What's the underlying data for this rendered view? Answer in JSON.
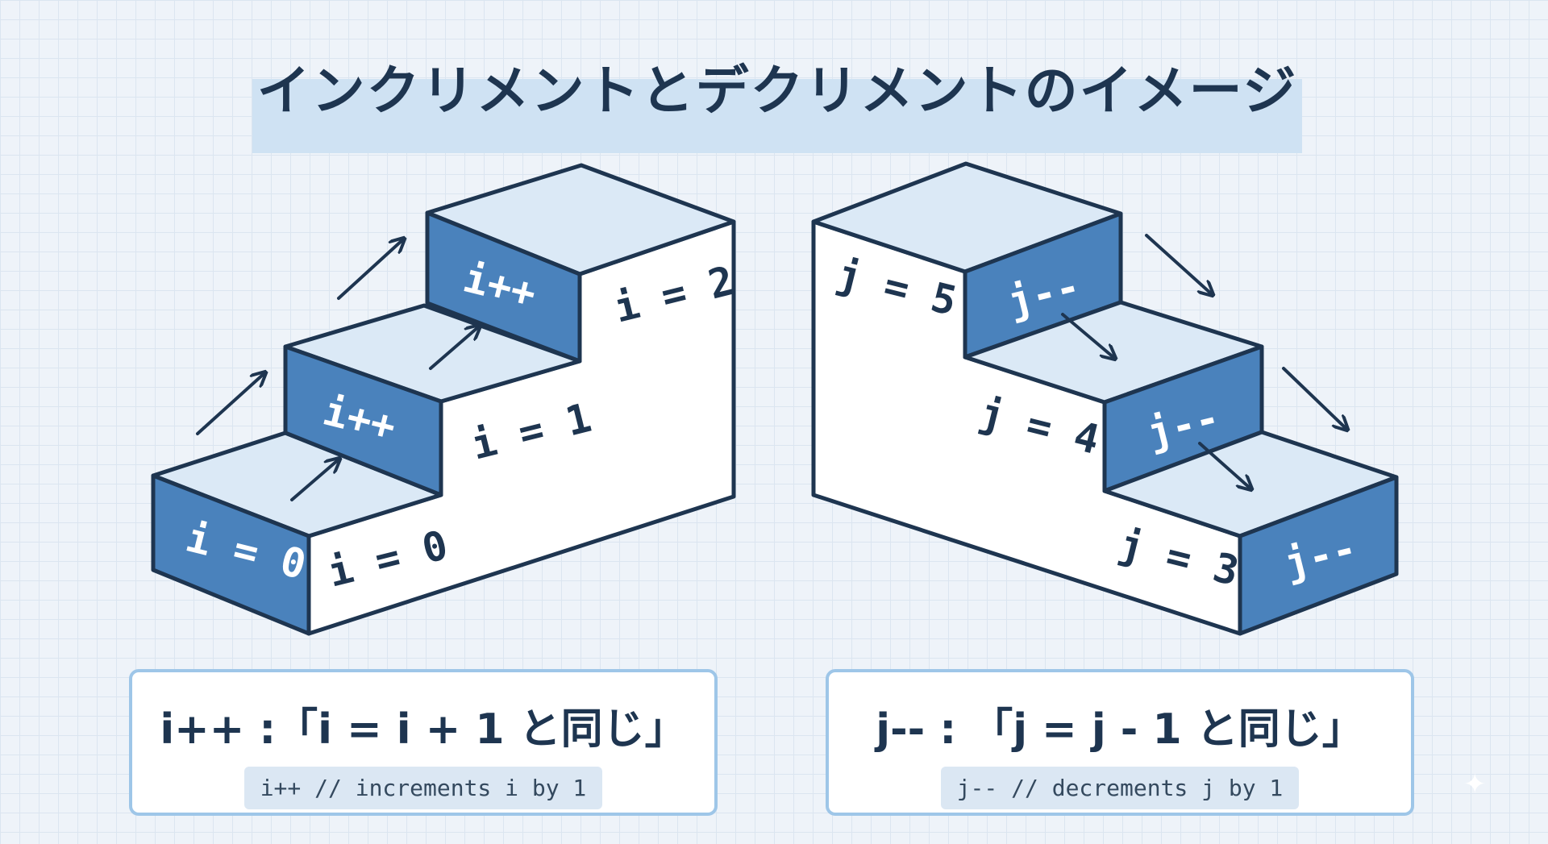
{
  "title": "インクリメントとデクリメントのイメージ",
  "colors": {
    "background": "#eef3f9",
    "grid": "#dbe5f0",
    "title_band": "#cfe2f3",
    "stair_top": "#dbe9f6",
    "stair_riser": "#4a82bc",
    "outline": "#1e3550",
    "box_border": "#9ec6e8"
  },
  "increment": {
    "front_label": "i = 0",
    "steps": [
      {
        "riser_label": "i++",
        "side_label": "i = 1"
      },
      {
        "riser_label": "i++",
        "side_label": "i = 2"
      }
    ],
    "base_side_label": "i = 0",
    "explanation": "i++ :「i = i + 1 と同じ」",
    "code": "i++ // increments i by 1"
  },
  "decrement": {
    "back_label": "j = 5",
    "steps": [
      {
        "riser_label": "j--",
        "side_label": "j = 4"
      },
      {
        "riser_label": "j--",
        "side_label": "j = 3"
      },
      {
        "riser_label": "j--"
      }
    ],
    "explanation": "j-- : 「j = j - 1 と同じ」",
    "code": "j-- // decrements j by 1"
  },
  "icons": [
    "arrow-up-right-icon",
    "arrow-down-right-icon",
    "sparkle-icon"
  ]
}
